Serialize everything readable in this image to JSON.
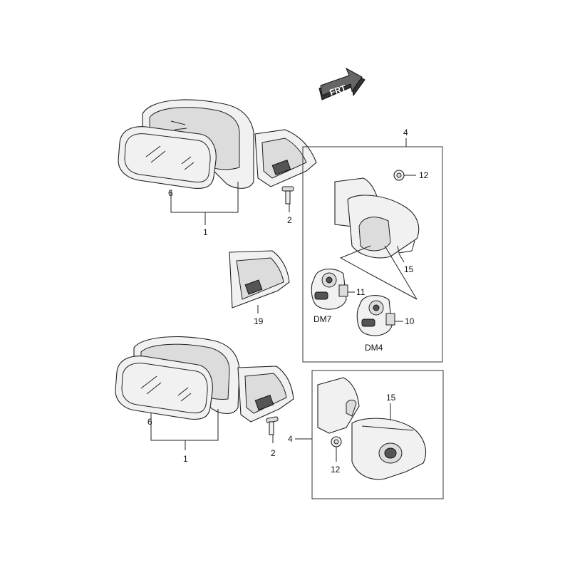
{
  "direction_marker": {
    "text": "FRT"
  },
  "callouts": {
    "upper_mirror_assembly": "1",
    "upper_bolt": "2",
    "upper_glass": "6",
    "upper_kit_box": "4",
    "cap_nut_upper": "12",
    "cover_upper": "15",
    "switch_dm7": "11",
    "switch_dm4": "10",
    "dm7_label": "DM7",
    "dm4_label": "DM4",
    "base_panel": "19",
    "lower_mirror_assembly": "1",
    "lower_bolt": "2",
    "lower_glass": "6",
    "lower_kit_box": "4",
    "lower_cover": "15",
    "lower_cap_nut": "12"
  }
}
